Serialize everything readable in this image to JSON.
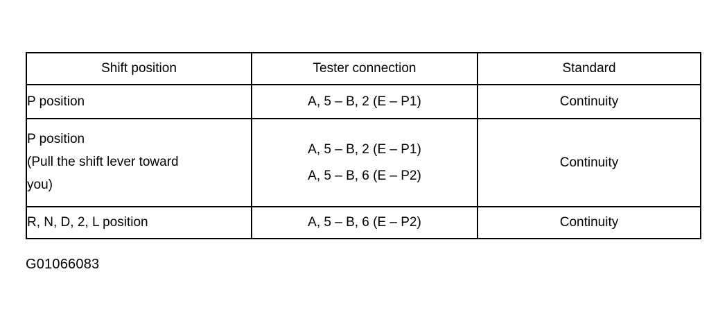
{
  "document": {
    "background_color": "#ffffff",
    "text_color": "#000000",
    "caption": "G01066083"
  },
  "table": {
    "headers": [
      "Shift position",
      "Tester connection",
      "Standard"
    ],
    "rows": [
      {
        "shift_position": "P position",
        "tester_connection": "A, 5 – B, 2 (E – P1)",
        "standard": "Continuity"
      },
      {
        "shift_position": "P position\n(Pull the shift lever toward\nyou)",
        "tester_connection": "A, 5 – B, 2 (E – P1)\nA, 5 – B, 6 (E – P2)",
        "standard": "Continuity"
      },
      {
        "shift_position": "R, N, D, 2, L position",
        "tester_connection": "A, 5 – B, 6 (E – P2)",
        "standard": "Continuity"
      }
    ]
  }
}
